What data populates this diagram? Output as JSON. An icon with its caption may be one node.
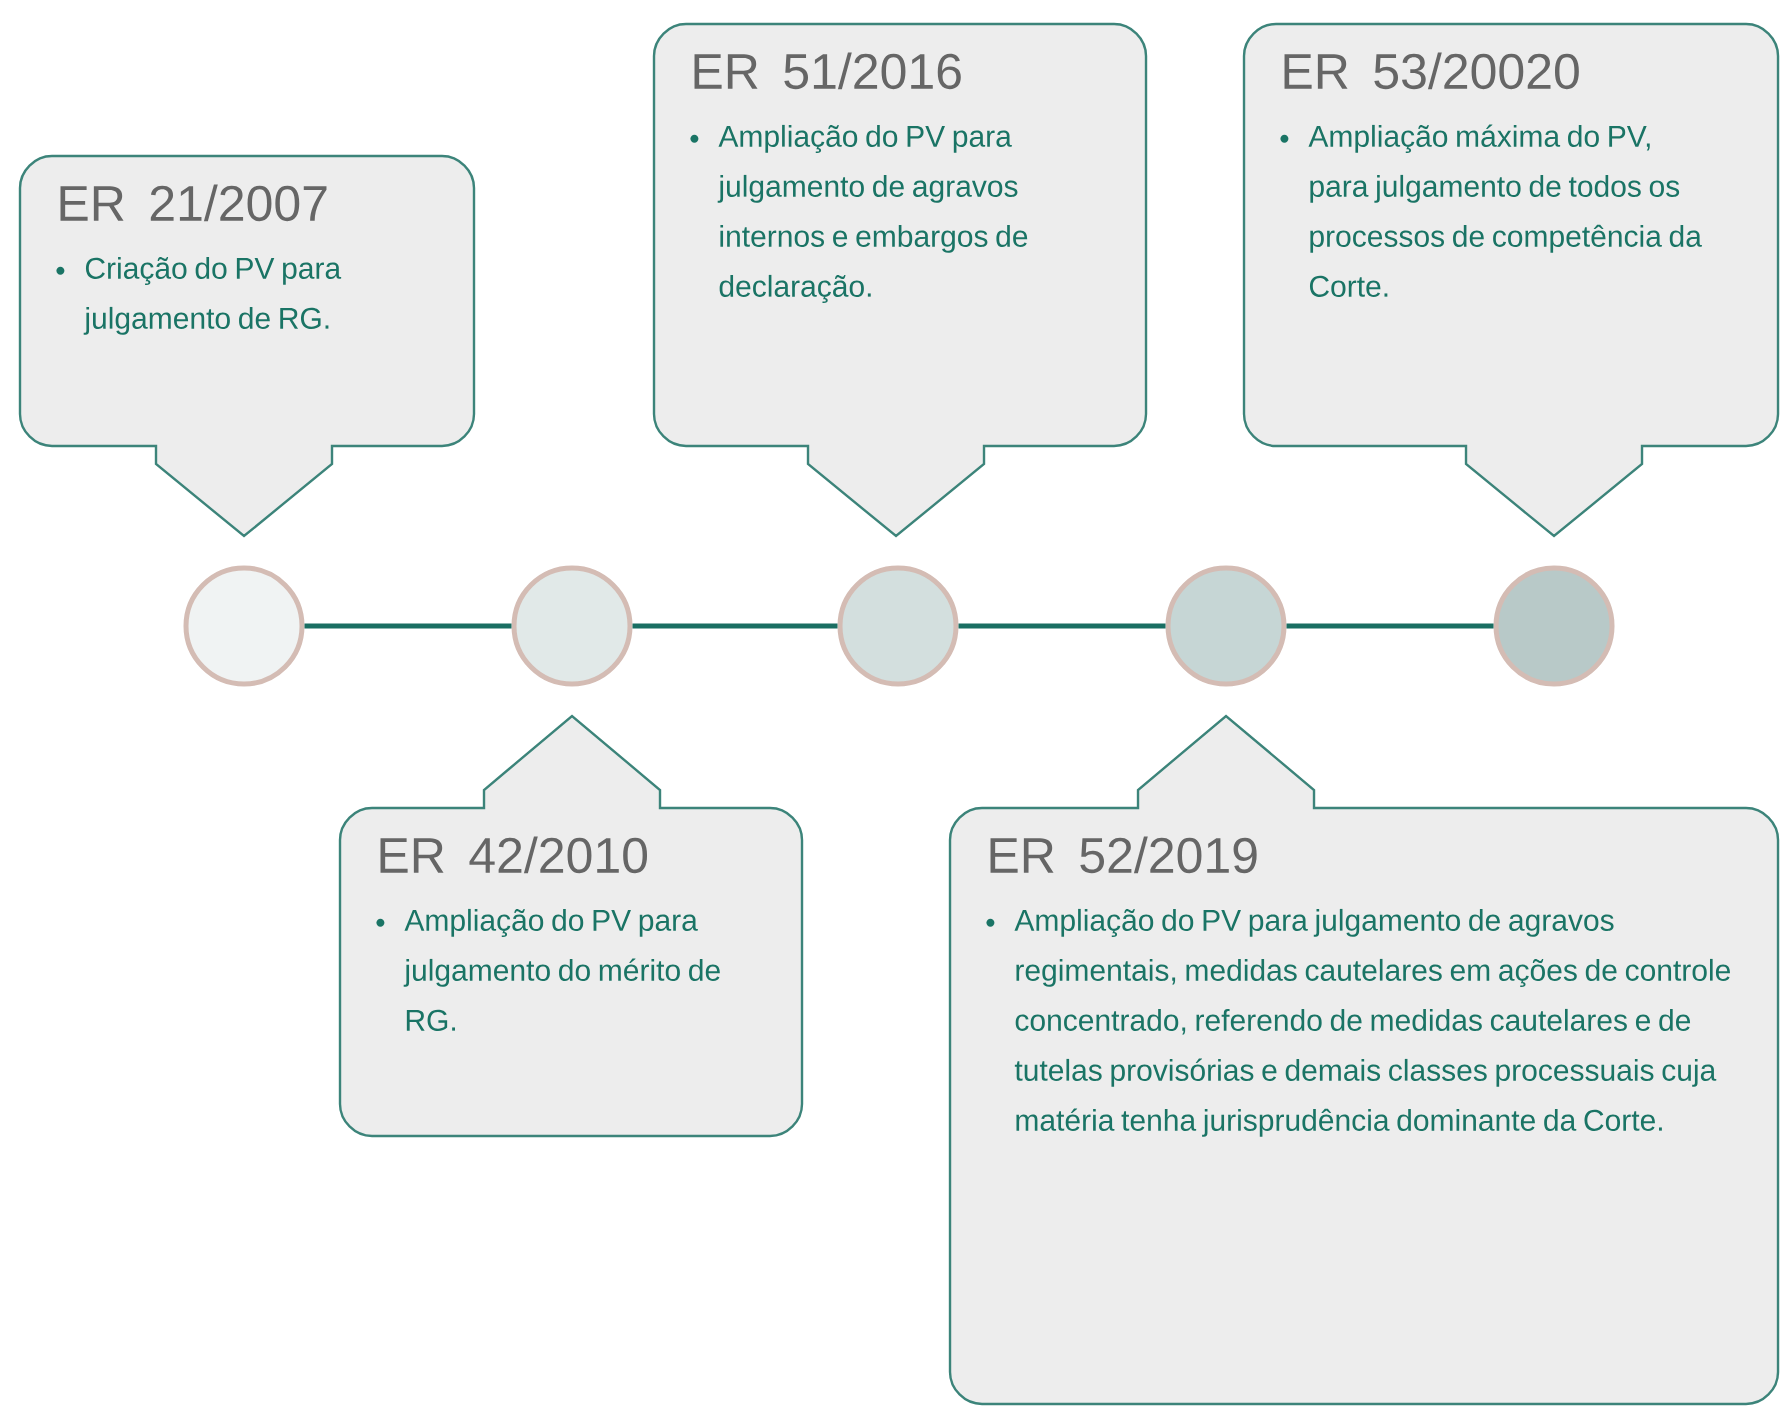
{
  "diagram": {
    "nodes": [
      {
        "text": [
          "ER 21/2007",
          "Criação do PV para julgamento de RG."
        ]
      },
      {
        "text": [
          "ER 51/2016",
          "Ampliação do PV para julgamento de agravos internos e embargos de declaração."
        ]
      },
      {
        "text": [
          "ER 53/20020",
          "Ampliação máxima do PV, para julgamento de todos os processos de competência da Corte."
        ]
      },
      {
        "text": [],
        "shape": "circle"
      },
      {
        "text": [],
        "shape": "circle"
      },
      {
        "text": [],
        "shape": "circle"
      },
      {
        "text": [],
        "shape": "circle"
      },
      {
        "text": [],
        "shape": "circle"
      },
      {
        "text": [
          "ER 42/2010",
          "Ampliação do PV para julgamento do mérito de RG."
        ]
      },
      {
        "text": [
          "ER 52/2019",
          "Ampliação do PV para julgamento de agravos regimentais, medidas cautelares em ações de controle concentrado, referendo de medidas cautelares e de tutelas provisórias e demais classes processuais cuja matéria tenha jurisprudência dominante da Corte."
        ]
      }
    ],
    "edges": [
      {
        "from": 3,
        "to": 4,
        "arrow": "none"
      },
      {
        "from": 4,
        "to": 5,
        "arrow": "none"
      },
      {
        "from": 5,
        "to": 6,
        "arrow": "none"
      },
      {
        "from": 6,
        "to": 7,
        "arrow": "none"
      }
    ]
  }
}
